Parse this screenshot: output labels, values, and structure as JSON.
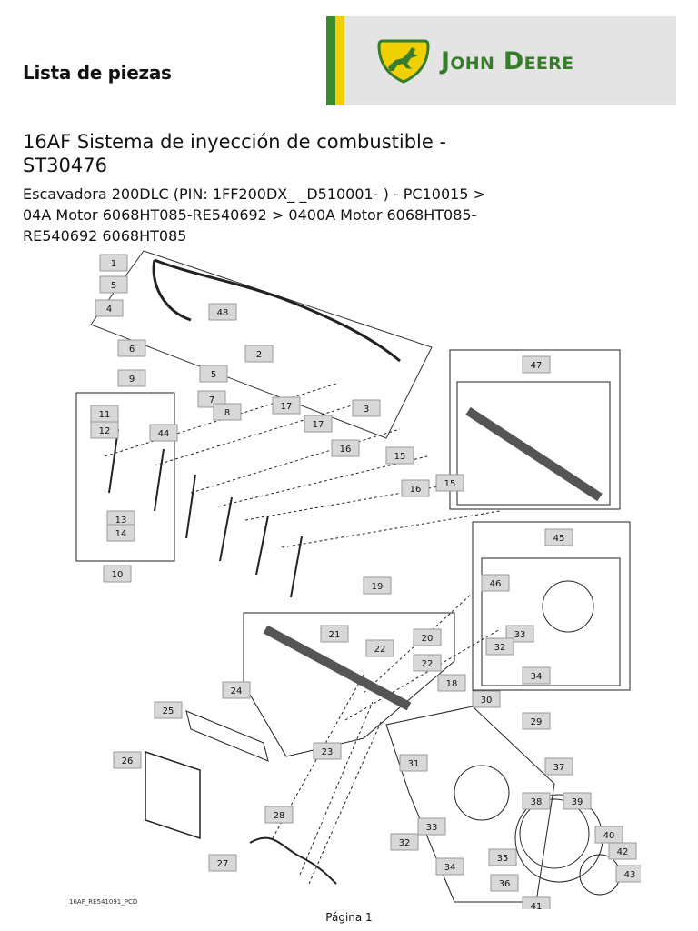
{
  "header": {
    "title": "Lista de piezas",
    "brand_name": "John Deere",
    "brand_colors": {
      "green": "#367c2b",
      "yellow": "#f0d000",
      "panel": "#e3e4e3"
    }
  },
  "document": {
    "title": "16AF Sistema de inyección de combustible - ST30476",
    "subtitle": "Escavadora 200DLC (PIN: 1FF200DX_ _D510001- ) - PC10015 > 04A Motor 6068HT085-RE540692 > 0400A Motor 6068HT085-RE540692 6068HT085"
  },
  "diagram": {
    "drawing_id": "16AF_RE541091_PCD",
    "callouts": [
      "1",
      "5",
      "4",
      "48",
      "2",
      "6",
      "5",
      "9",
      "7",
      "8",
      "11",
      "12",
      "44",
      "13",
      "14",
      "10",
      "17",
      "17",
      "16",
      "15",
      "16",
      "15",
      "3",
      "47",
      "45",
      "46",
      "33",
      "32",
      "34",
      "19",
      "21",
      "22",
      "20",
      "22",
      "18",
      "24",
      "25",
      "23",
      "30",
      "29",
      "31",
      "26",
      "28",
      "27",
      "32",
      "33",
      "34",
      "37",
      "38",
      "39",
      "40",
      "42",
      "43",
      "35",
      "36",
      "41"
    ]
  },
  "footer": {
    "page": "Página 1"
  }
}
